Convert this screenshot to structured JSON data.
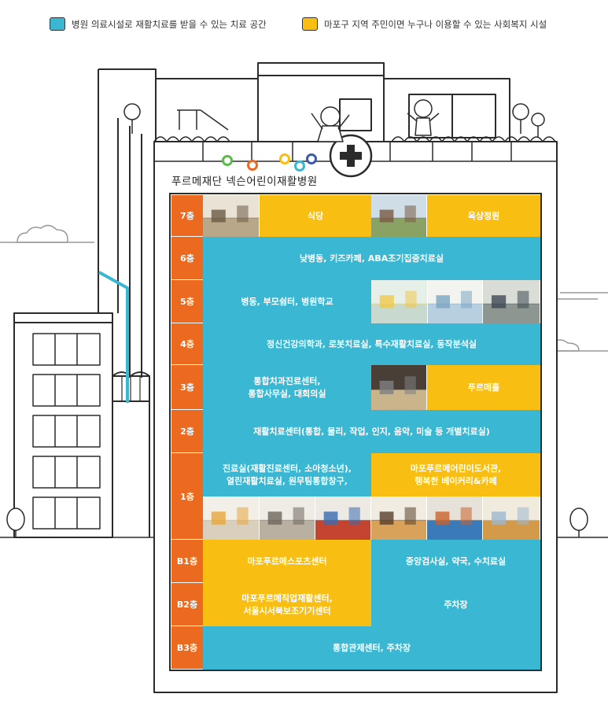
{
  "legend": [
    {
      "label": "병원 의료시설로 재활치료를 받을 수 있는 치료 공간",
      "color": "#39b7d3"
    },
    {
      "label": "마포구 지역 주민이면 누구나 이용할 수 있는 사회복지 시설",
      "color": "#f9be12"
    }
  ],
  "building_title": "푸르메재단 넥슨어린이재활병원",
  "colors": {
    "floor_label": "#ec6a1f",
    "medical": "#39b7d3",
    "welfare": "#f9be12",
    "outline": "#2b2b2b"
  },
  "floors": [
    {
      "label": "7층",
      "cells": [
        {
          "kind": "photo",
          "name": "cafeteria-photo"
        },
        {
          "kind": "yellow",
          "text": "식당"
        },
        {
          "kind": "photo",
          "name": "rooftop-garden-photo"
        },
        {
          "kind": "yellow",
          "text": "옥상정원"
        }
      ]
    },
    {
      "label": "6층",
      "cells": [
        {
          "kind": "blue",
          "text": "낮병동, 키즈카페, ABA조기집중치료실"
        }
      ]
    },
    {
      "label": "5층",
      "cells": [
        {
          "kind": "blue",
          "text": "병동, 부모쉼터, 병원학교"
        },
        {
          "kind": "photo",
          "name": "ward-hallway-photo"
        },
        {
          "kind": "photo",
          "name": "ward-room-photo"
        },
        {
          "kind": "photo",
          "name": "parents-lounge-photo"
        }
      ]
    },
    {
      "label": "4층",
      "cells": [
        {
          "kind": "blue",
          "text": "정신건강의학과, 로봇치료실, 특수재활치료실, 동작분석실"
        }
      ]
    },
    {
      "label": "3층",
      "cells": [
        {
          "kind": "blue",
          "text": "통합치과진료센터,\n통합사무실, 대회의실"
        },
        {
          "kind": "photo",
          "name": "auditorium-photo"
        },
        {
          "kind": "yellow",
          "text": "푸르메홀"
        }
      ]
    },
    {
      "label": "2층",
      "cells": [
        {
          "kind": "blue",
          "text": "재활치료센터(통합, 물리, 작업, 인지, 음악, 미술 등 개별치료실)"
        }
      ]
    },
    {
      "label": "1층",
      "cells": [
        {
          "kind": "blue",
          "text": "진료실(재활진료센터, 소아청소년),\n열린재활치료실, 원무팀통합창구,"
        },
        {
          "kind": "yellow",
          "text": "마포푸르메어린이도서관,\n행복한 베이커리&카페"
        },
        {
          "kind": "photo",
          "name": "clinic-photo-1"
        },
        {
          "kind": "photo",
          "name": "clinic-photo-2"
        },
        {
          "kind": "photo",
          "name": "clinic-photo-3"
        },
        {
          "kind": "photo",
          "name": "library-photo-1"
        },
        {
          "kind": "photo",
          "name": "library-photo-2"
        },
        {
          "kind": "photo",
          "name": "library-photo-3"
        }
      ]
    },
    {
      "label": "B1층",
      "cells": [
        {
          "kind": "yellow",
          "text": "마포푸르메스포츠센터"
        },
        {
          "kind": "blue",
          "text": "중앙검사실, 약국, 수치료실"
        }
      ]
    },
    {
      "label": "B2층",
      "cells": [
        {
          "kind": "yellow",
          "text": "마포푸르메직업재활센터,\n서울시서북보조기기센터"
        },
        {
          "kind": "blue",
          "text": "주차장"
        }
      ]
    },
    {
      "label": "B3층",
      "cells": [
        {
          "kind": "blue",
          "text": "통합관제센터, 주차장"
        }
      ]
    }
  ]
}
